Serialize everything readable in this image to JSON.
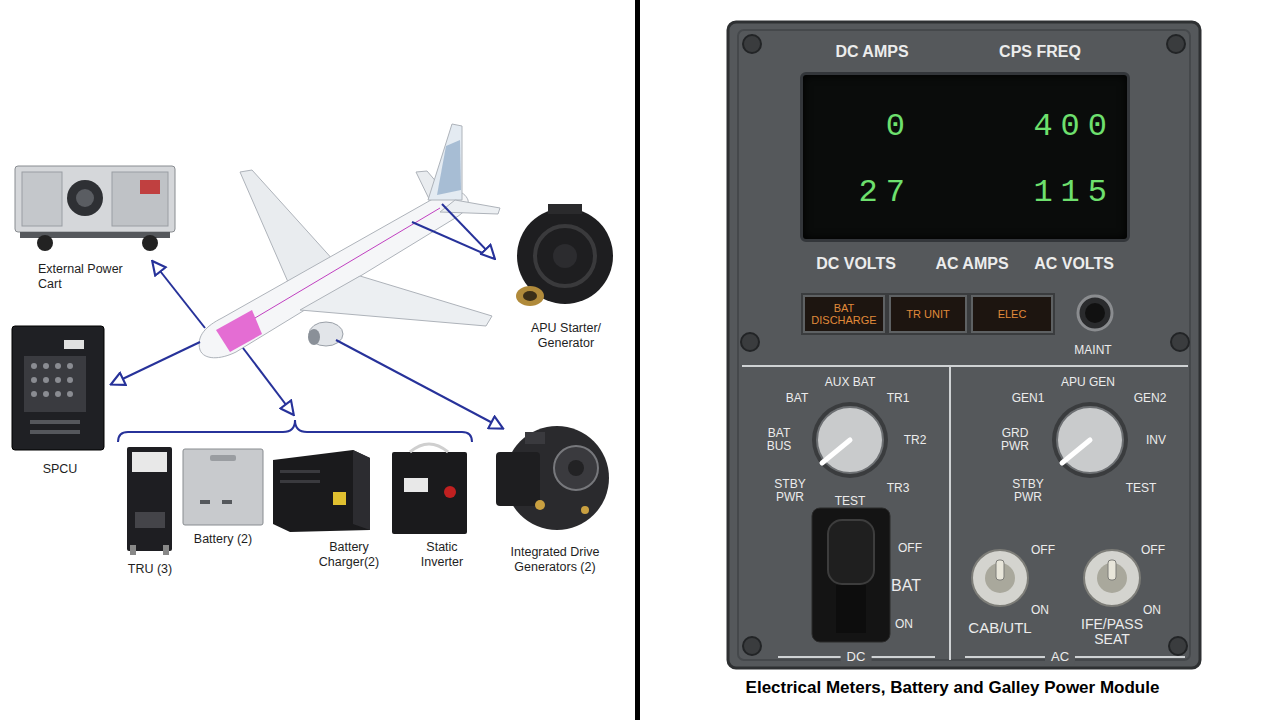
{
  "diagram": {
    "caption": "Electrical Meters, Battery and Galley Power Module",
    "nodes": [
      {
        "text": [
          "External Power Cart"
        ]
      },
      {
        "text": [
          "APU Starter/ Generator"
        ]
      },
      {
        "text": [
          "SPCU"
        ]
      },
      {
        "text": [
          "TRU (3)"
        ]
      },
      {
        "text": [
          "Battery (2)"
        ]
      },
      {
        "text": [
          "Battery Charger(2)"
        ]
      },
      {
        "text": [
          "Static Inverter"
        ]
      },
      {
        "text": [
          "Integrated Drive Generators (2)"
        ]
      },
      {
        "text": [
          "0",
          "400",
          "27",
          "115"
        ]
      },
      {
        "text": [
          "BAT DISCHARGE"
        ]
      },
      {
        "text": [
          "TR UNIT"
        ]
      },
      {
        "text": [
          "ELEC"
        ]
      }
    ],
    "labels": [
      "DC AMPS",
      "CPS FREQ",
      "DC VOLTS",
      "AC AMPS",
      "AC VOLTS",
      "MAINT",
      "AUX BAT",
      "BAT",
      "TR1",
      "BAT BUS",
      "TR2",
      "STBY PWR",
      "TEST",
      "TR3",
      "APU GEN",
      "GEN1",
      "GEN2",
      "GRD PWR",
      "INV",
      "STBY PWR",
      "TEST",
      "OFF",
      "BAT",
      "ON",
      "OFF",
      "ON",
      "CAB/UTL",
      "OFF",
      "ON",
      "IFE/PASS SEAT",
      "DC",
      "AC"
    ]
  }
}
